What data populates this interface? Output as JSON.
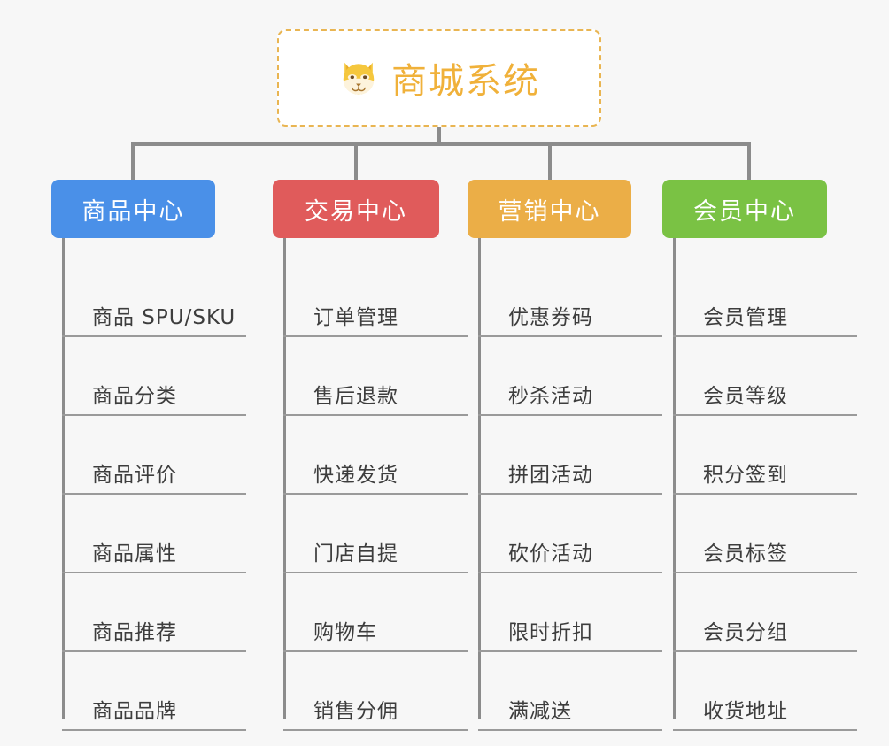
{
  "background_color": "#f7f7f7",
  "root": {
    "title": "商城系统",
    "icon": "shiba-dog-face-icon",
    "text_color": "#f0b13a",
    "border_color": "#e9b552",
    "background_color": "#ffffff"
  },
  "connector_color": "#8c8c8c",
  "columns": [
    {
      "header": "商品中心",
      "color": "#4a90e8",
      "items": [
        "商品 SPU/SKU",
        "商品分类",
        "商品评价",
        "商品属性",
        "商品推荐",
        "商品品牌"
      ]
    },
    {
      "header": "交易中心",
      "color": "#e05b5b",
      "items": [
        "订单管理",
        "售后退款",
        "快递发货",
        "门店自提",
        "购物车",
        "销售分佣"
      ]
    },
    {
      "header": "营销中心",
      "color": "#ebae47",
      "items": [
        "优惠券码",
        "秒杀活动",
        "拼团活动",
        "砍价活动",
        "限时折扣",
        "满减送"
      ]
    },
    {
      "header": "会员中心",
      "color": "#7ac244",
      "items": [
        "会员管理",
        "会员等级",
        "积分签到",
        "会员标签",
        "会员分组",
        "收货地址"
      ]
    }
  ]
}
